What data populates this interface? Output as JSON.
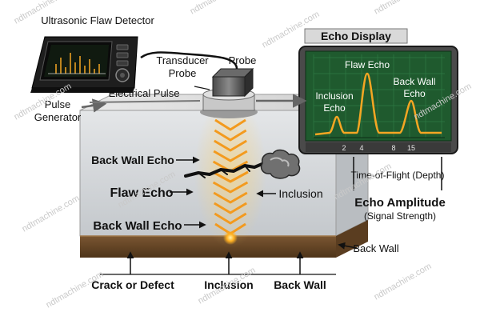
{
  "labels": {
    "device_title": "Ultrasonic Flaw Detector",
    "transducer_probe": [
      "Transducer",
      "Probe"
    ],
    "probe": "Probe",
    "pulse_generator": [
      "Pulse",
      "Generator"
    ],
    "electrical_pulse": "Electrical Pulse",
    "back_wall_echo_top": "Back Wall Echo",
    "flaw_echo": "Flaw Echo",
    "inclusion_side": "Inclusion",
    "back_wall_echo_bottom": "Back Wall Echo",
    "back_wall_right": "Back Wall",
    "bottom_crack": "Crack or Defect",
    "bottom_inclusion": "Inclusion",
    "bottom_back_wall": "Back Wall"
  },
  "display": {
    "title": "Echo Display",
    "flaw_echo": "Flaw Echo",
    "inclusion_echo": [
      "Inclusion",
      "Echo"
    ],
    "back_wall_echo": [
      "Back Wall",
      "Echo"
    ],
    "scale_numbers": [
      "2",
      "4",
      "8",
      "15"
    ],
    "time_of_flight": "Time-of-Flight (Depth)",
    "echo_amplitude": "Echo Amplitude",
    "signal_strength": "(Signal Strength)"
  },
  "watermark": "ndtmachine.com",
  "colors": {
    "screen_green": "#1f5a2e",
    "trace": "#f5a623",
    "beam": "#f39a1e",
    "block_top": "#dcdcdc",
    "block_front": "#cfd3d6",
    "back_wall_layer": "#6b4a2a",
    "device_body": "#2b2b2b"
  }
}
